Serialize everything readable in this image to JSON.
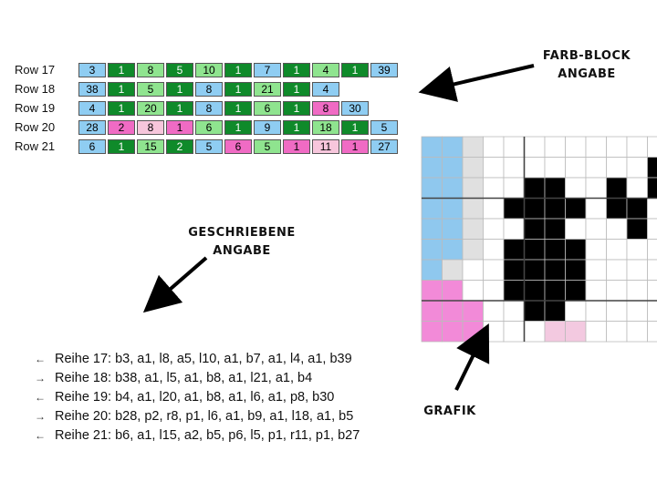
{
  "block_rows": [
    {
      "label": "Row 17",
      "cells": [
        [
          "b",
          "3"
        ],
        [
          "a",
          "1"
        ],
        [
          "l",
          "8"
        ],
        [
          "a",
          "5"
        ],
        [
          "l",
          "10"
        ],
        [
          "a",
          "1"
        ],
        [
          "b",
          "7"
        ],
        [
          "a",
          "1"
        ],
        [
          "l",
          "4"
        ],
        [
          "a",
          "1"
        ],
        [
          "b",
          "39"
        ]
      ]
    },
    {
      "label": "Row 18",
      "cells": [
        [
          "b",
          "38"
        ],
        [
          "a",
          "1"
        ],
        [
          "l",
          "5"
        ],
        [
          "a",
          "1"
        ],
        [
          "b",
          "8"
        ],
        [
          "a",
          "1"
        ],
        [
          "l",
          "21"
        ],
        [
          "a",
          "1"
        ],
        [
          "b",
          "4"
        ]
      ]
    },
    {
      "label": "Row 19",
      "cells": [
        [
          "b",
          "4"
        ],
        [
          "a",
          "1"
        ],
        [
          "l",
          "20"
        ],
        [
          "a",
          "1"
        ],
        [
          "b",
          "8"
        ],
        [
          "a",
          "1"
        ],
        [
          "l",
          "6"
        ],
        [
          "a",
          "1"
        ],
        [
          "p",
          "8"
        ],
        [
          "b",
          "30"
        ]
      ]
    },
    {
      "label": "Row 20",
      "cells": [
        [
          "b",
          "28"
        ],
        [
          "p",
          "2"
        ],
        [
          "r",
          "8"
        ],
        [
          "p",
          "1"
        ],
        [
          "l",
          "6"
        ],
        [
          "a",
          "1"
        ],
        [
          "b",
          "9"
        ],
        [
          "a",
          "1"
        ],
        [
          "l",
          "18"
        ],
        [
          "a",
          "1"
        ],
        [
          "b",
          "5"
        ]
      ]
    },
    {
      "label": "Row 21",
      "cells": [
        [
          "b",
          "6"
        ],
        [
          "a",
          "1"
        ],
        [
          "l",
          "15"
        ],
        [
          "a",
          "2"
        ],
        [
          "b",
          "5"
        ],
        [
          "p",
          "6"
        ],
        [
          "l",
          "5"
        ],
        [
          "p",
          "1"
        ],
        [
          "r",
          "11"
        ],
        [
          "p",
          "1"
        ],
        [
          "b",
          "27"
        ]
      ]
    }
  ],
  "headings": {
    "farb_line1": "FARB-BLOCK",
    "farb_line2": "ANGABE",
    "geschr_line1": "GESCHRIEBENE",
    "geschr_line2": "ANGABE",
    "grafik": "GRAFIK"
  },
  "written": [
    {
      "dir": "left",
      "text": "Reihe 17: b3, a1, l8, a5, l10, a1, b7, a1, l4, a1, b39"
    },
    {
      "dir": "right",
      "text": "Reihe 18: b38, a1, l5, a1, b8, a1, l21, a1, b4"
    },
    {
      "dir": "left",
      "text": "Reihe 19: b4, a1, l20, a1, b8, a1, l6, a1, p8, b30"
    },
    {
      "dir": "right",
      "text": "Reihe 20: b28, p2, r8, p1, l6, a1, b9, a1, l18, a1, b5"
    },
    {
      "dir": "left",
      "text": "Reihe 21: b6, a1, l15, a2, b5, p6, l5, p1, r11, p1, b27"
    }
  ],
  "grid": {
    "colors": {
      "w": "#ffffff",
      "b": "#8fc8ee",
      "g": "#e0e0e0",
      "k": "#000000",
      "p": "#f28ad8",
      "r": "#f3c9e0"
    },
    "rows": [
      "bbgwwwwwwwww",
      "bbgwwwwwwwwk",
      "bbgwwkkwwkwk",
      "bbgwkkkkwkkw",
      "bbgwwkkwwwkw",
      "bbgwkkkkwwww",
      "bgwwkkkkwwww",
      "ppwwkkkkwwww",
      "pppwwkkwwwww",
      "pppwwwrrwwww"
    ]
  }
}
